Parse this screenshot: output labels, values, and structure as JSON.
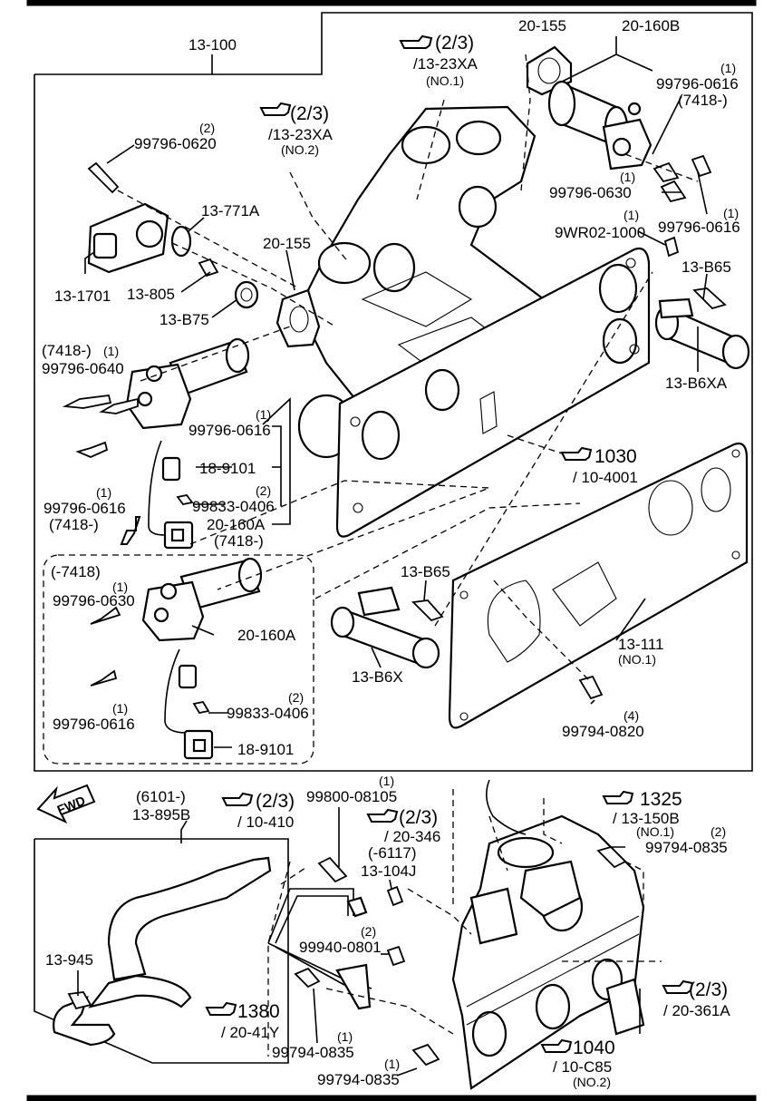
{
  "groups": {
    "main_ref": "13-100",
    "vsv_ref": "20-160B",
    "inset_title": "(-7418)"
  },
  "labels": [
    {
      "id": "13-100",
      "text": "13-100"
    },
    {
      "id": "ref-13-23xa-no1-a",
      "text": "(2/3)"
    },
    {
      "id": "ref-13-23xa-no1-b",
      "text": "/13-23XA"
    },
    {
      "id": "ref-13-23xa-no1-c",
      "text": "(NO.1)"
    },
    {
      "id": "20-155-top",
      "text": "20-155"
    },
    {
      "id": "20-160b",
      "text": "20-160B"
    },
    {
      "id": "q-0616-a",
      "text": "(1)"
    },
    {
      "id": "99796-0616-a",
      "text": "99796-0616"
    },
    {
      "id": "7418-a",
      "text": "(7418-)"
    },
    {
      "id": "q-0620",
      "text": "(2)"
    },
    {
      "id": "99796-0620",
      "text": "99796-0620"
    },
    {
      "id": "ref-13-23xa-no2-a",
      "text": "(2/3)"
    },
    {
      "id": "ref-13-23xa-no2-b",
      "text": "/13-23XA"
    },
    {
      "id": "ref-13-23xa-no2-c",
      "text": "(NO.2)"
    },
    {
      "id": "q-0630-a",
      "text": "(1)"
    },
    {
      "id": "99796-0630-a",
      "text": "99796-0630"
    },
    {
      "id": "q-0616-b",
      "text": "(1)"
    },
    {
      "id": "99796-0616-b",
      "text": "99796-0616"
    },
    {
      "id": "13-771a",
      "text": "13-771A"
    },
    {
      "id": "q-9wr02",
      "text": "(1)"
    },
    {
      "id": "9wr02-1000",
      "text": "9WR02-1000"
    },
    {
      "id": "20-155-mid",
      "text": "20-155"
    },
    {
      "id": "13-b65-a",
      "text": "13-B65"
    },
    {
      "id": "13-1701",
      "text": "13-1701"
    },
    {
      "id": "13-805",
      "text": "13-805"
    },
    {
      "id": "13-b75",
      "text": "13-B75"
    },
    {
      "id": "13-b6xa",
      "text": "13-B6XA"
    },
    {
      "id": "7418-b",
      "text": "(7418-)"
    },
    {
      "id": "q-0640",
      "text": "(1)"
    },
    {
      "id": "99796-0640",
      "text": "99796-0640"
    },
    {
      "id": "q-0616-c",
      "text": "(1)"
    },
    {
      "id": "99796-0616-c",
      "text": "99796-0616"
    },
    {
      "id": "ref-1030-a",
      "text": "1030"
    },
    {
      "id": "ref-1030-b",
      "text": "/ 10-4001"
    },
    {
      "id": "18-9101-a",
      "text": "18-9101"
    },
    {
      "id": "q-0616-d",
      "text": "(1)"
    },
    {
      "id": "99796-0616-d",
      "text": "99796-0616"
    },
    {
      "id": "7418-c",
      "text": "(7418-)"
    },
    {
      "id": "q-0406-a",
      "text": "(2)"
    },
    {
      "id": "99833-0406-a",
      "text": "99833-0406"
    },
    {
      "id": "20-160a-a",
      "text": "20-160A"
    },
    {
      "id": "7418-d",
      "text": "(7418-)"
    },
    {
      "id": "inset-7418",
      "text": "(-7418)"
    },
    {
      "id": "q-0630-b",
      "text": "(1)"
    },
    {
      "id": "99796-0630-b",
      "text": "99796-0630"
    },
    {
      "id": "20-160a-b",
      "text": "20-160A"
    },
    {
      "id": "13-b65-b",
      "text": "13-B65"
    },
    {
      "id": "13-111",
      "text": "13-111"
    },
    {
      "id": "13-111-no1",
      "text": "(NO.1)"
    },
    {
      "id": "13-b6x",
      "text": "13-B6X"
    },
    {
      "id": "q-0616-e",
      "text": "(1)"
    },
    {
      "id": "99796-0616-e",
      "text": "99796-0616"
    },
    {
      "id": "q-0406-b",
      "text": "(2)"
    },
    {
      "id": "99833-0406-b",
      "text": "99833-0406"
    },
    {
      "id": "q-0820",
      "text": "(4)"
    },
    {
      "id": "99794-0820",
      "text": "99794-0820"
    },
    {
      "id": "18-9101-b",
      "text": "18-9101"
    },
    {
      "id": "fwd",
      "text": "FWD"
    },
    {
      "id": "6101",
      "text": "(6101-)"
    },
    {
      "id": "13-895b",
      "text": "13-895B"
    },
    {
      "id": "ref-10-410-a",
      "text": "(2/3)"
    },
    {
      "id": "ref-10-410-b",
      "text": "/ 10-410"
    },
    {
      "id": "q-08105",
      "text": "(1)"
    },
    {
      "id": "99800-08105",
      "text": "99800-08105"
    },
    {
      "id": "ref-20-346-a",
      "text": "(2/3)"
    },
    {
      "id": "ref-20-346-b",
      "text": "/ 20-346"
    },
    {
      "id": "6117",
      "text": "(-6117)"
    },
    {
      "id": "13-104j",
      "text": "13-104J"
    },
    {
      "id": "ref-1325-a",
      "text": "1325"
    },
    {
      "id": "ref-1325-b",
      "text": "/ 13-150B"
    },
    {
      "id": "ref-1325-c",
      "text": "(NO.1)"
    },
    {
      "id": "q-0835-a",
      "text": "(2)"
    },
    {
      "id": "99794-0835-a",
      "text": "99794-0835"
    },
    {
      "id": "13-945",
      "text": "13-945"
    },
    {
      "id": "q-0801",
      "text": "(2)"
    },
    {
      "id": "99940-0801",
      "text": "99940-0801"
    },
    {
      "id": "ref-1380-a",
      "text": "1380"
    },
    {
      "id": "ref-1380-b",
      "text": "/ 20-41Y"
    },
    {
      "id": "q-0835-b",
      "text": "(1)"
    },
    {
      "id": "99794-0835-b",
      "text": "99794-0835"
    },
    {
      "id": "ref-20-361a-a",
      "text": "(2/3)"
    },
    {
      "id": "ref-20-361a-b",
      "text": "/ 20-361A"
    },
    {
      "id": "ref-1040-a",
      "text": "1040"
    },
    {
      "id": "ref-1040-b",
      "text": "/ 10-C85"
    },
    {
      "id": "ref-1040-c",
      "text": "(NO.2)"
    },
    {
      "id": "q-0835-c",
      "text": "(1)"
    },
    {
      "id": "99794-0835-c",
      "text": "99794-0835"
    }
  ]
}
